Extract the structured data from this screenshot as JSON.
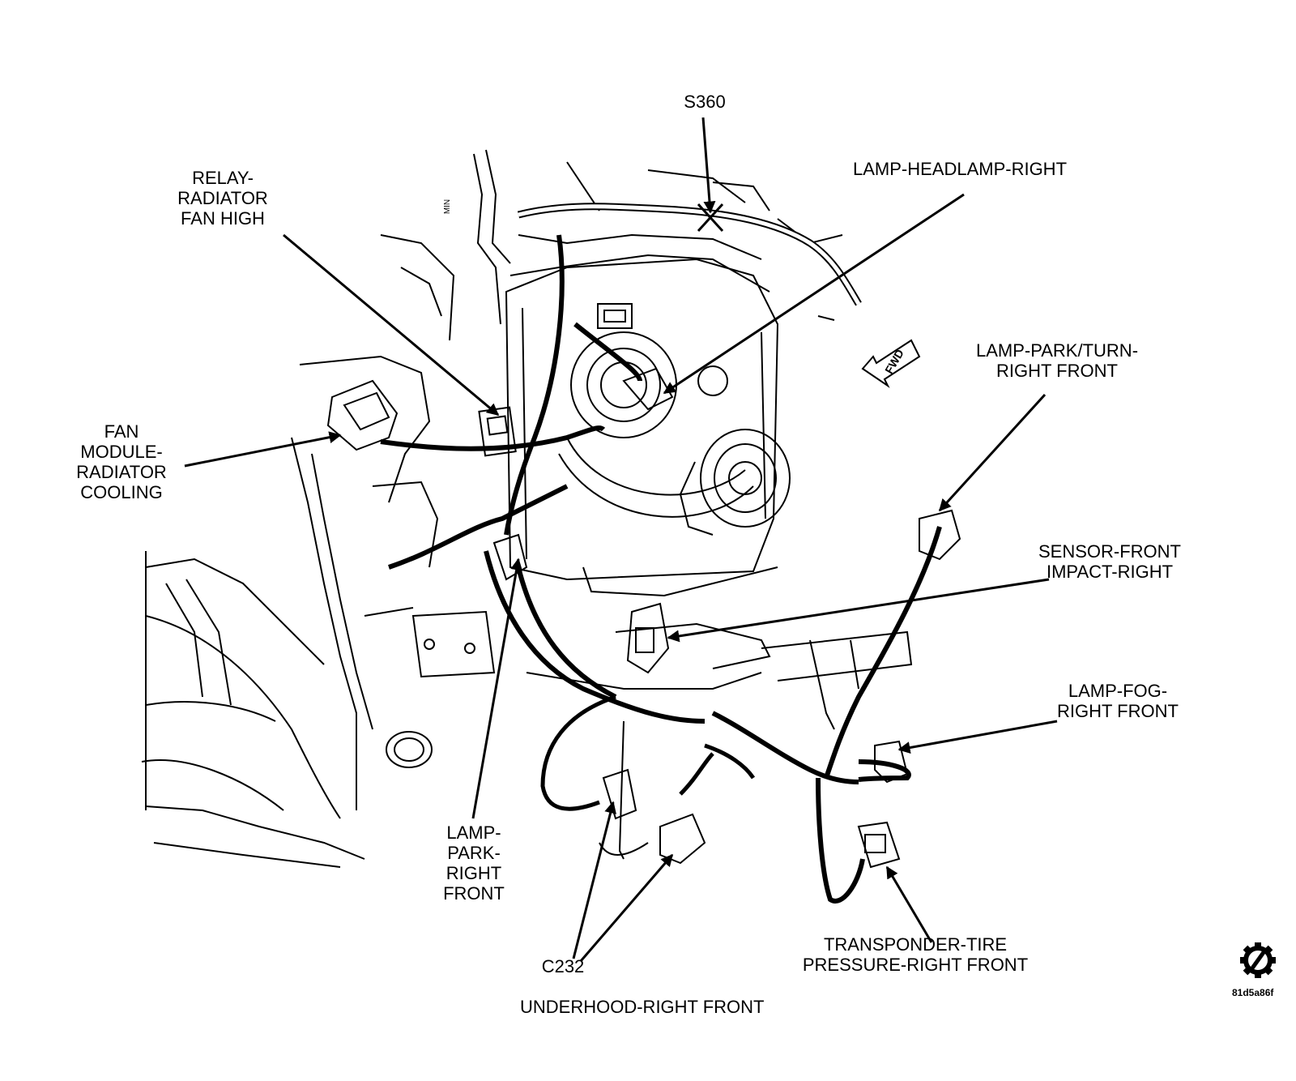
{
  "title": "UNDERHOOD-RIGHT FRONT",
  "image_code": "81d5a86f",
  "fwd_label": "FWD",
  "mini_label": "MIN",
  "icons": {
    "logo": "gear-slash-icon",
    "fwd": "fwd-arrow-icon"
  },
  "labels": {
    "s360": [
      "S360"
    ],
    "headlamp": [
      "LAMP-HEADLAMP-RIGHT"
    ],
    "relay": [
      "RELAY-",
      "RADIATOR",
      "FAN HIGH"
    ],
    "fan_module": [
      "FAN",
      "MODULE-",
      "RADIATOR",
      "COOLING"
    ],
    "park_turn": [
      "LAMP-PARK/TURN-",
      "RIGHT FRONT"
    ],
    "impact_sensor": [
      "SENSOR-FRONT",
      "IMPACT-RIGHT"
    ],
    "fog": [
      "LAMP-FOG-",
      "RIGHT FRONT"
    ],
    "park": [
      "LAMP-",
      "PARK-",
      "RIGHT",
      "FRONT"
    ],
    "c232": [
      "C232"
    ],
    "tpm": [
      "TRANSPONDER-TIRE",
      "PRESSURE-RIGHT FRONT"
    ]
  }
}
